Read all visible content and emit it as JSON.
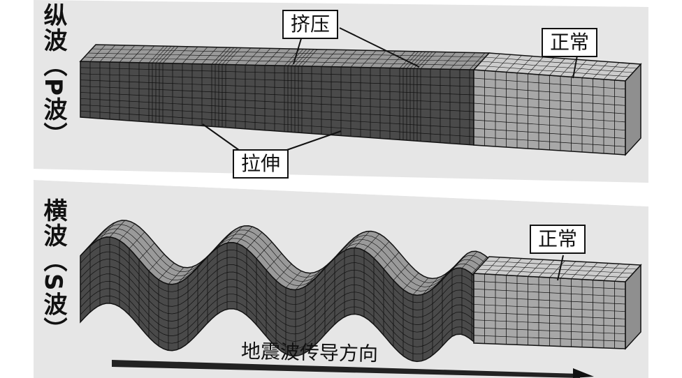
{
  "p_wave": {
    "side_label": "纵波（P波）",
    "compression_label": "挤压",
    "stretch_label": "拉伸",
    "normal_label": "正常"
  },
  "s_wave": {
    "side_label": "横波（S波）",
    "normal_label": "正常"
  },
  "direction_label": "地震波传导方向",
  "colors": {
    "disturbed_face": "#4a4a4a",
    "disturbed_top": "#9a9a9a",
    "normal_face": "#a8a8a8",
    "normal_top": "#cdcdcd",
    "grid_line": "#111111",
    "band_bg": "#e6e6e6"
  }
}
